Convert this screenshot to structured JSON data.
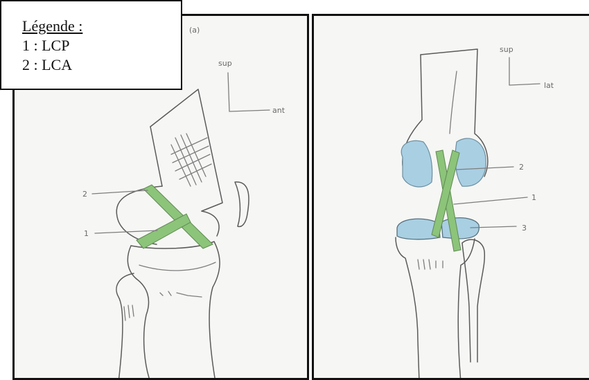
{
  "legend": {
    "title": "Légende :",
    "items": [
      {
        "number": "1",
        "label": "LCP",
        "text": "1 : LCP"
      },
      {
        "number": "2",
        "label": "LCA",
        "text": "2 : LCA"
      }
    ]
  },
  "left_panel": {
    "corner_label": "(a)",
    "axis_vertical": "sup",
    "axis_horizontal": "ant",
    "leader_labels": [
      "2",
      "1"
    ]
  },
  "right_panel": {
    "axis_vertical": "sup",
    "axis_horizontal": "lat",
    "leader_labels": [
      "2",
      "1",
      "3"
    ]
  },
  "colors": {
    "ligament_green": "#8cc47a",
    "meniscus_blue": "#a9cfe3",
    "pencil": "#7d7d7d",
    "border": "#111111"
  }
}
